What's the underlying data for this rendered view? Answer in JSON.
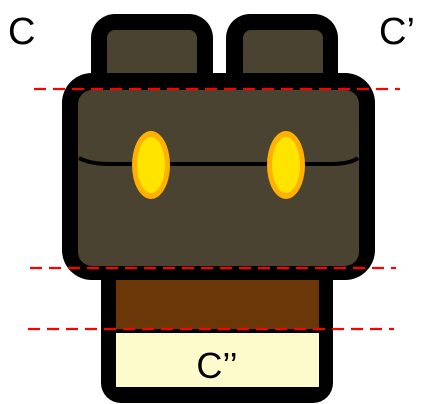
{
  "labels": {
    "left_top": "C",
    "right_top": "C’",
    "bottom": "C’’"
  },
  "colors": {
    "outline": "#000000",
    "body": "#4a4331",
    "ear": "#4a4331",
    "brown_band": "#6b3708",
    "cream_block": "#fdfbcc",
    "eye_outer": "#ffb000",
    "eye_inner": "#ffe400",
    "guide_line": "#ff0000"
  }
}
